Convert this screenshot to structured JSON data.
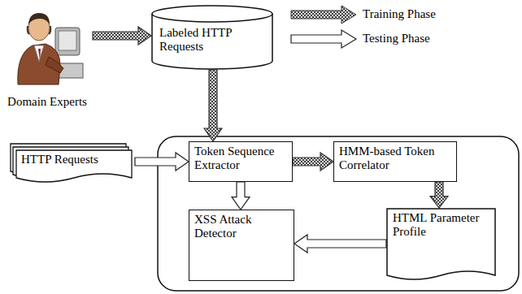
{
  "diagram": {
    "nodes": [
      {
        "text": [
          "Domain Experts"
        ]
      },
      {
        "text": [
          "Labeled HTTP Requests"
        ]
      },
      {
        "text": [
          "HTTP Requests"
        ]
      },
      {
        "text": [
          "Token Sequence Extractor"
        ]
      },
      {
        "text": [
          "HMM-based Token Correlator"
        ]
      },
      {
        "text": [
          "XSS Attack Detector"
        ]
      },
      {
        "text": [
          "HTML Parameter Profile"
        ]
      }
    ],
    "edges": [
      {
        "from": 0,
        "to": 1,
        "arrow": "to"
      },
      {
        "from": 1,
        "to": 3,
        "arrow": "to"
      },
      {
        "from": 2,
        "to": 3,
        "arrow": "to"
      },
      {
        "from": 3,
        "to": 4,
        "arrow": "to"
      },
      {
        "from": 3,
        "to": 5,
        "arrow": "to"
      },
      {
        "from": 4,
        "to": 6,
        "arrow": "to"
      },
      {
        "from": 6,
        "to": 5,
        "arrow": "to"
      }
    ],
    "legend": [
      {
        "text": "Training Phase"
      },
      {
        "text": "Testing Phase"
      }
    ]
  }
}
